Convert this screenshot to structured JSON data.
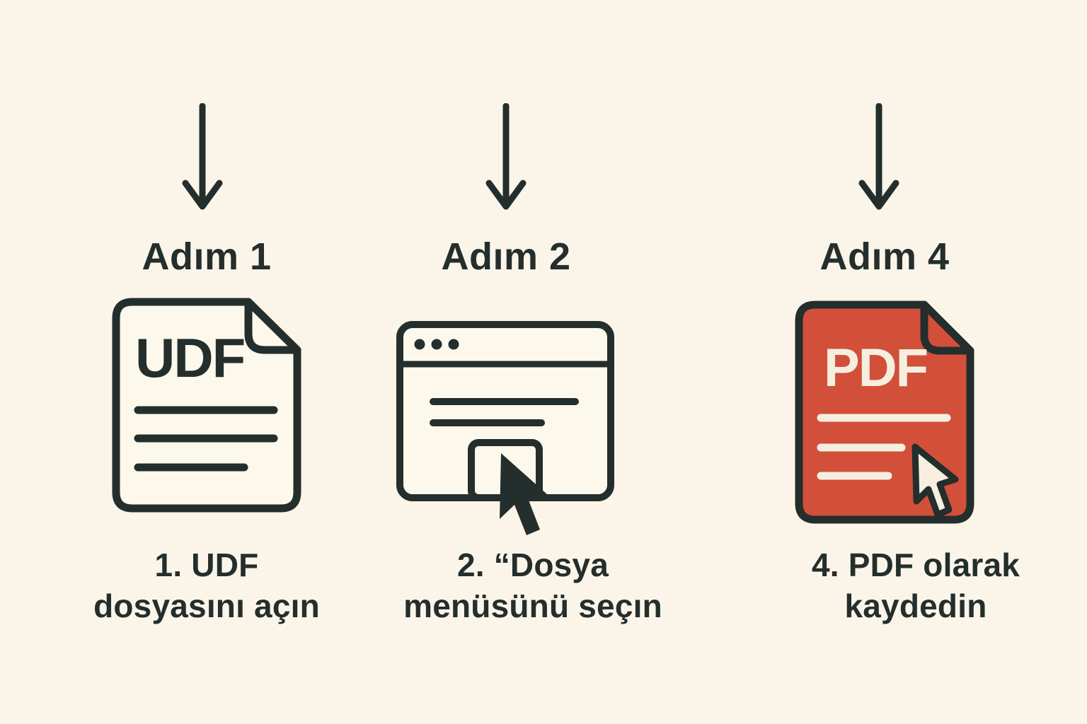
{
  "colors": {
    "background": "#FBF5E9",
    "paper": "#FCF8EC",
    "ink": "#242E2C",
    "accent_red": "#D2503A",
    "cream": "#F6EFE0"
  },
  "arrow_icon": "down-arrow-icon",
  "steps": [
    {
      "id": "step-1",
      "heading": "Adım 1",
      "icon": "udf-document-icon",
      "icon_label": "UDF",
      "caption_line1": "1. UDF",
      "caption_line2": "dosyasını açın"
    },
    {
      "id": "step-2",
      "heading": "Adım 2",
      "icon": "browser-window-click-icon",
      "caption_line1": "2. “Dosya",
      "caption_line2": "menüsünü seçın"
    },
    {
      "id": "step-4",
      "heading": "Adım 4",
      "icon": "pdf-document-cursor-icon",
      "icon_label": "PDF",
      "caption_line1": "4. PDF olarak",
      "caption_line2": "kaydedin"
    }
  ]
}
